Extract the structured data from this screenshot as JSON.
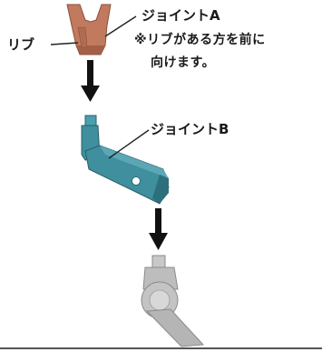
{
  "labels": {
    "joint_a": "ジョイントA",
    "rib": "リブ",
    "note_line1": "※リブがある方を前に",
    "note_line2": "向けます。",
    "joint_b": "ジョイントB"
  },
  "colors": {
    "joint_a_fill": "#c27a5e",
    "joint_a_dark": "#9a5a44",
    "joint_b_fill": "#3f8f9e",
    "joint_b_dark": "#2e6f7c",
    "arm_fill": "#bdbdbd",
    "arm_dark": "#8f8f8f",
    "arrow": "#111111",
    "leader": "#222222",
    "bottom_rule": "#555555"
  },
  "icons": {
    "arrow_top": "arrow-down-icon",
    "arrow_bottom": "arrow-down-icon"
  }
}
